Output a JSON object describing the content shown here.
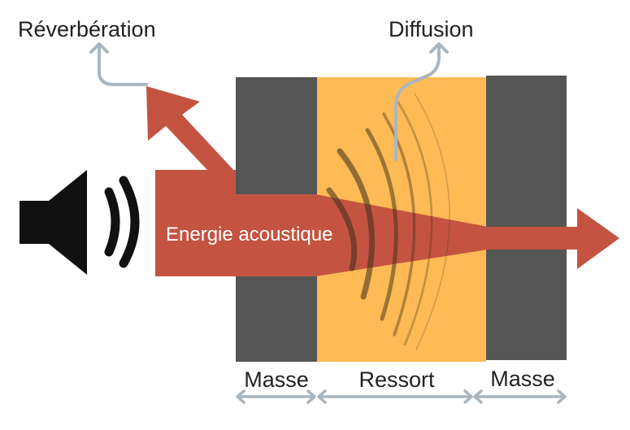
{
  "labels": {
    "reverberation": "Réverbération",
    "diffusion": "Diffusion",
    "energy": "Energie acoustique",
    "mass_left": "Masse",
    "spring": "Ressort",
    "mass_right": "Masse"
  },
  "icons": {
    "speaker": "speaker-icon"
  },
  "colors": {
    "mass": "#555555",
    "spring": "#FDBA55",
    "energy_arrow": "#C45441",
    "leader_line": "#A9B6BF",
    "dimension_arrow": "#A9B6BF",
    "text_dark": "#222222",
    "text_light": "#FFFFFF",
    "wave_dark": "#4A3A1A"
  }
}
